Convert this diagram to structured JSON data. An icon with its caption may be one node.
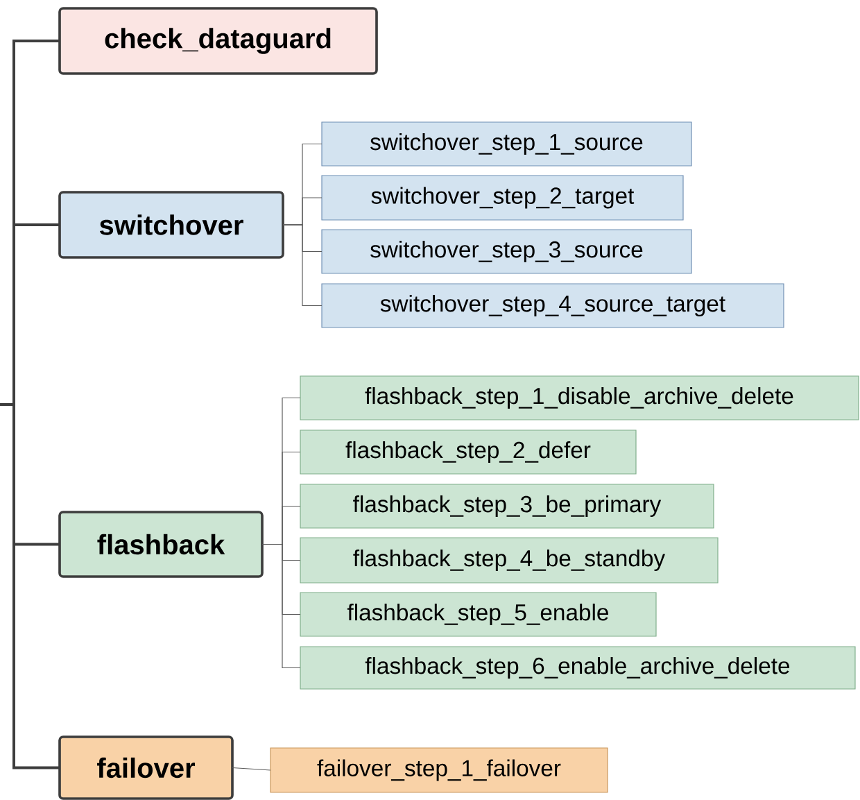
{
  "diagram": {
    "nodes": [
      {
        "text": [
          "check_dataguard"
        ]
      },
      {
        "text": [
          "switchover"
        ]
      },
      {
        "text": [
          "switchover_step_1_source"
        ]
      },
      {
        "text": [
          "switchover_step_2_target"
        ]
      },
      {
        "text": [
          "switchover_step_3_source"
        ]
      },
      {
        "text": [
          "switchover_step_4_source_target"
        ]
      },
      {
        "text": [
          "flashback"
        ]
      },
      {
        "text": [
          "flashback_step_1_disable_archive_delete"
        ]
      },
      {
        "text": [
          "flashback_step_2_defer"
        ]
      },
      {
        "text": [
          "flashback_step_3_be_primary"
        ]
      },
      {
        "text": [
          "flashback_step_4_be_standby"
        ]
      },
      {
        "text": [
          "flashback_step_5_enable"
        ]
      },
      {
        "text": [
          "flashback_step_6_enable_archive_delete"
        ]
      },
      {
        "text": [
          "failover"
        ]
      },
      {
        "text": [
          "failover_step_1_failover"
        ]
      }
    ],
    "edges": [
      {
        "from": null,
        "to": 0,
        "arrow": "none",
        "style": "thick"
      },
      {
        "from": null,
        "to": 1,
        "arrow": "none",
        "style": "thick"
      },
      {
        "from": null,
        "to": 6,
        "arrow": "none",
        "style": "thick"
      },
      {
        "from": null,
        "to": 13,
        "arrow": "none",
        "style": "thick"
      },
      {
        "from": 1,
        "to": 2,
        "arrow": "none"
      },
      {
        "from": 1,
        "to": 3,
        "arrow": "none"
      },
      {
        "from": 1,
        "to": 4,
        "arrow": "none"
      },
      {
        "from": 1,
        "to": 5,
        "arrow": "none"
      },
      {
        "from": 6,
        "to": 7,
        "arrow": "none"
      },
      {
        "from": 6,
        "to": 8,
        "arrow": "none"
      },
      {
        "from": 6,
        "to": 9,
        "arrow": "none"
      },
      {
        "from": 6,
        "to": 10,
        "arrow": "none"
      },
      {
        "from": 6,
        "to": 11,
        "arrow": "none"
      },
      {
        "from": 6,
        "to": 12,
        "arrow": "none"
      },
      {
        "from": 13,
        "to": 14,
        "arrow": "none"
      }
    ]
  }
}
